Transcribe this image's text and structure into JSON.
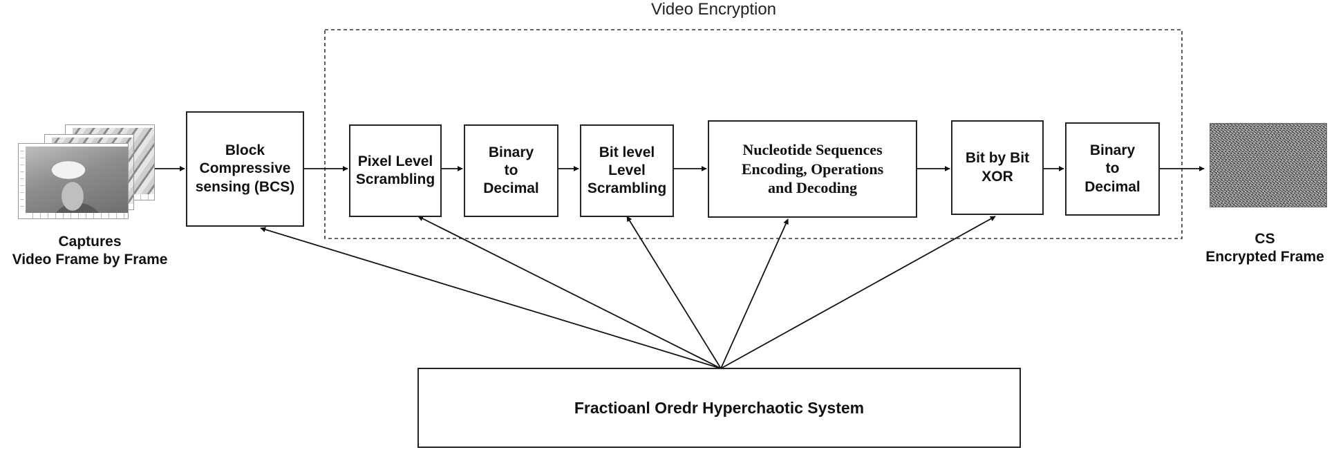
{
  "diagram": {
    "group_title": "Video Encryption",
    "input_caption": "Captures\nVideo Frame by Frame",
    "output_caption": "CS\nEncrypted Frame",
    "nodes": {
      "bcs": "Block\nCompressive\nsensing (BCS)",
      "pixel_scrambling": "Pixel Level\nScrambling",
      "binary_to_decimal_1": "Binary\nto\nDecimal",
      "bit_scrambling": "Bit level\nLevel\nScrambling",
      "nucleotide": "Nucleotide Sequences\nEncoding, Operations\nand  Decoding",
      "xor": "Bit by Bit\nXOR",
      "binary_to_decimal_2": "Binary\nto\nDecimal",
      "chaotic_system": "Fractioanl Oredr Hyperchaotic System"
    },
    "images": {
      "input_frames": "video-frame-stack-image",
      "output_frame": "encrypted-noise-image"
    }
  }
}
